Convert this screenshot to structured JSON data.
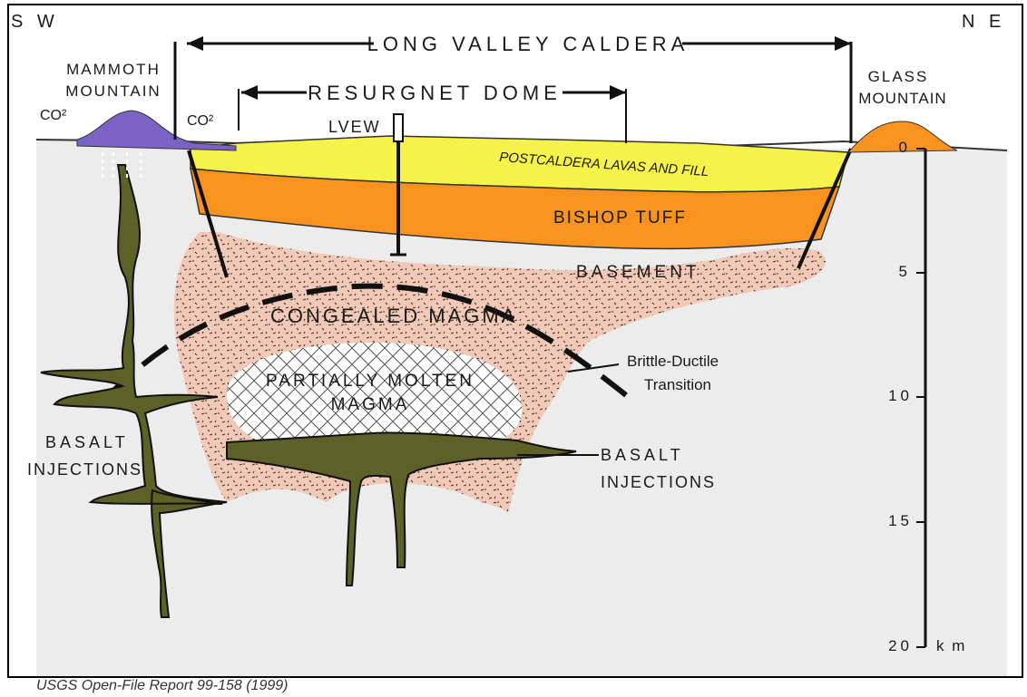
{
  "directions": {
    "left": "S W",
    "right": "N E"
  },
  "caldera_label": "LONG VALLEY CALDERA",
  "dome_label": "RESURGNET DOME",
  "mammoth": {
    "line1": "MAMMOTH",
    "line2": "MOUNTAIN"
  },
  "glass": {
    "line1": "GLASS",
    "line2": "MOUNTAIN"
  },
  "co2_left": "CO²",
  "co2_right": "CO²",
  "lvew": "LVEW",
  "postcaldera": "POSTCALDERA LAVAS AND FILL",
  "bishop_tuff": "BISHOP TUFF",
  "basement": "BASEMENT",
  "congealed": "CONGEALED MAGMA",
  "partial": {
    "line1": "PARTIALLY MOLTEN",
    "line2": "MAGMA"
  },
  "brittle": {
    "line1": "Brittle-Ductile",
    "line2": "Transition"
  },
  "basalt_left": {
    "line1": "BASALT",
    "line2": "INJECTIONS"
  },
  "basalt_right": {
    "line1": "BASALT",
    "line2": "INJECTIONS"
  },
  "depth_scale": {
    "unit": "k m",
    "ticks": [
      "0",
      "5",
      "10",
      "15",
      "20"
    ]
  },
  "caption": "USGS Open-File Report 99-158 (1999)",
  "colors": {
    "ground": "#ececec",
    "postcaldera": "#f5f24a",
    "bishop_tuff": "#f7931e",
    "magma": "#f2c9b6",
    "basalt": "#5c6127",
    "mammoth": "#7b62c4",
    "glass": "#f7931e"
  }
}
